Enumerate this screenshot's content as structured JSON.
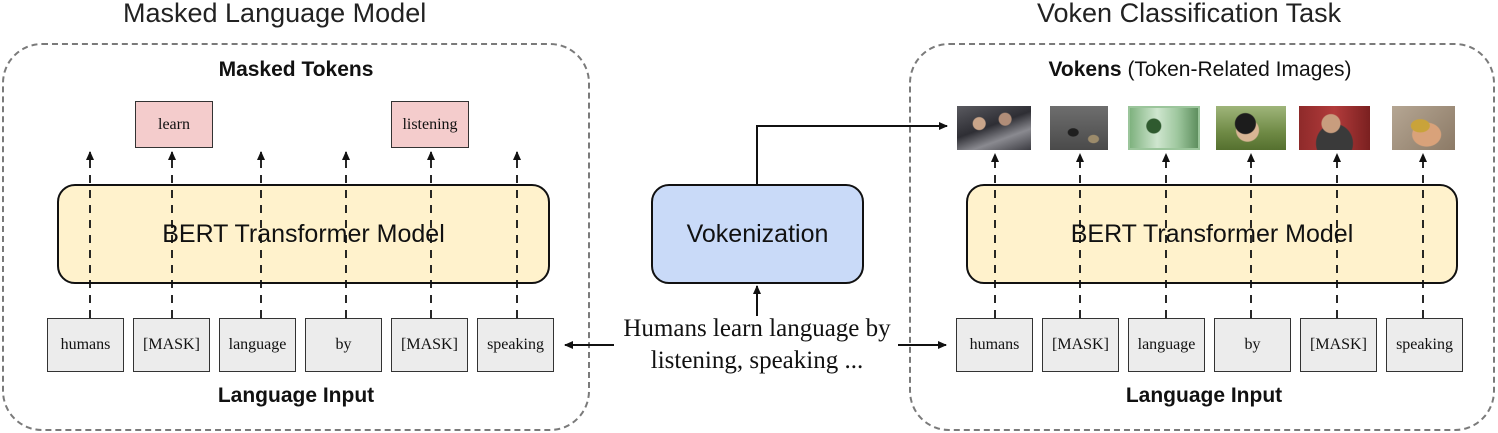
{
  "left_panel": {
    "title": "Masked Language Model",
    "output_label": "Masked Tokens",
    "masked_outputs": [
      "learn",
      "listening"
    ],
    "model_label": "BERT Transformer Model",
    "input_label": "Language Input",
    "tokens": [
      "humans",
      "[MASK]",
      "language",
      "by",
      "[MASK]",
      "speaking"
    ]
  },
  "center": {
    "process_label": "Vokenization",
    "sentence_line1": "Humans learn language by",
    "sentence_line2": "listening, speaking ..."
  },
  "right_panel": {
    "title": "Voken Classification Task",
    "output_label_bold": "Vokens",
    "output_label_rest": " (Token-Related Images)",
    "model_label": "BERT Transformer Model",
    "input_label": "Language Input",
    "tokens": [
      "humans",
      "[MASK]",
      "language",
      "by",
      "[MASK]",
      "speaking"
    ],
    "voken_images": [
      "group-at-laptops-photo",
      "desk-with-phone-photo",
      "presenter-at-screen-photo",
      "man-on-phone-in-field-photo",
      "man-holding-phone-photo",
      "hand-holding-phone-photo"
    ]
  }
}
